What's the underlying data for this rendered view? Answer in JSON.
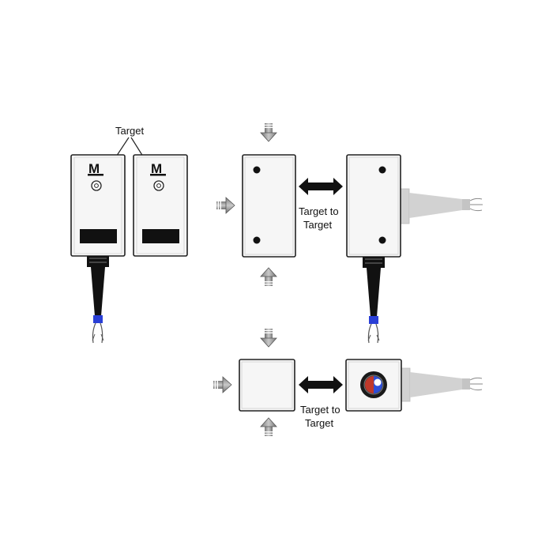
{
  "labels": {
    "target": "Target",
    "target_to_target_top": [
      "Target to",
      "Target"
    ],
    "target_to_target_bottom": [
      "Target to",
      "Target"
    ]
  },
  "icons": {
    "sensor_logo": "M",
    "arrow_push": "gray-down-arrow",
    "arrow_bidirectional": "double-headed-arrow"
  },
  "colors": {
    "outline": "#222222",
    "body_fill": "#f6f6f6",
    "cable": "#111111",
    "cable_band": "#2a3fd6",
    "gray_cable": "#d2d2d2",
    "arrow_gray": "#9a9a9a",
    "lens_red": "#c0392b",
    "lens_blue": "#2e4fd8"
  }
}
